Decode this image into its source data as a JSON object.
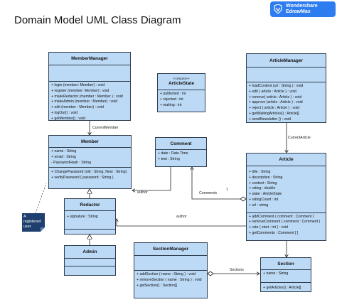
{
  "title": "Domain Model UML Class Diagram",
  "brand": {
    "line1": "Wondershare",
    "line2": "EdrawMax",
    "color": "#2e7df0"
  },
  "colors": {
    "class_fill": "#bcd9f5",
    "class_border": "#2f3e4e",
    "note_fill": "#1f3f6e"
  },
  "classes": {
    "member_manager": {
      "name": "MemberManager",
      "methods": [
        "+  login (member: Member) : void",
        "+  register (member: Member) : void",
        "+  makeRedactor (member : Member ) : void",
        "+  makeAdmin (member : Member) : void",
        "+  edit (member : Member) : void",
        "+  logOut() : void",
        "+  getMember() : void"
      ]
    },
    "article_state": {
      "stereotype": "<<enum>>",
      "name": "ArticleState",
      "values": [
        "+  published : int",
        "+  rejected : int",
        "+  waiting : int"
      ]
    },
    "article_manager": {
      "name": "ArticleManager",
      "methods": [
        "+  loadContent (url : String ) : void",
        "+  edit ( article : Article ) : void",
        "+  remove( article : Article ) : void",
        "+  approve (article : Article ) : void",
        "+  reject ( article : Article ) : void",
        "+  getWaitingArticles() : Article[]",
        "+  sendNewsletter () : void"
      ]
    },
    "member": {
      "name": "Member",
      "attributes": [
        "+ name : String",
        "+  email : String",
        "-  PasswordHash : String"
      ],
      "methods": [
        "+  ChangePassword (old : String, New : String)",
        "+  verifyPassword ( password : String )"
      ]
    },
    "comment": {
      "name": "Comment",
      "attributes": [
        "+  date : Date Time",
        "+  text : String"
      ]
    },
    "article": {
      "name": "Article",
      "attributes": [
        "+  title : String",
        "+  description : String",
        "+  content : String",
        "+  rating : double",
        "+  state : ArticleState",
        "+  ratingCount : int",
        "+  url : string"
      ],
      "methods": [
        "+ addComment ( comment : Comment )",
        "+ removeComment ( comment : Comment )",
        "+ rate ( start : int ) : void",
        "+ getComments : Comment [ ]"
      ]
    },
    "redactor": {
      "name": "Redactor",
      "attributes": [
        "+  signature : String"
      ]
    },
    "admin": {
      "name": "Admin"
    },
    "section_manager": {
      "name": "SectionManager",
      "methods": [
        "+ addSection ( name : String ) : void",
        "+ removeSection ( name : String ) : void",
        "+ getSection() : Section[]"
      ]
    },
    "section": {
      "name": "Section",
      "attributes": [
        "+ name : String"
      ],
      "methods": [
        "+ getArticles() : Article[]"
      ]
    }
  },
  "labels": {
    "current_member": "CurrentMember",
    "current_article": "CurrentArticle",
    "author1": "author",
    "author2": "author",
    "comments": "Comments",
    "mult_one": "1",
    "sections": "Sections"
  },
  "note": {
    "text": "A registered user"
  }
}
